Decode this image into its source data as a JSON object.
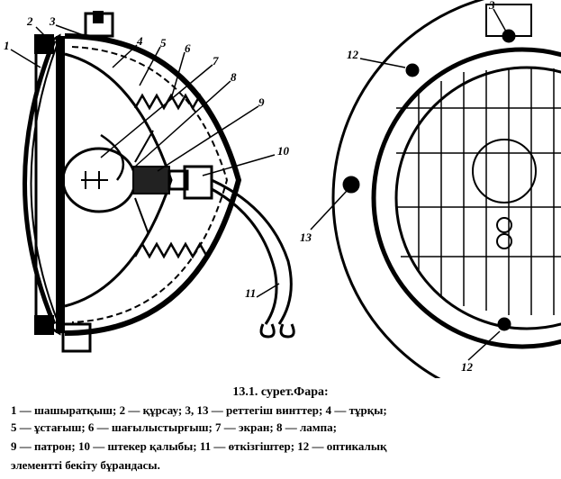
{
  "diagram": {
    "callouts": {
      "c1": "1",
      "c2": "2",
      "c3": "3",
      "c4": "4",
      "c5": "5",
      "c6": "6",
      "c7": "7",
      "c8": "8",
      "c9": "9",
      "c10": "10",
      "c11": "11",
      "r3": "3",
      "r12a": "12",
      "r12b": "12",
      "r13": "13"
    }
  },
  "caption": {
    "title": "13.1. сурет.Фара:",
    "lines": [
      "1 — шашыратқыш;  2 — құрсау; 3, 13 — реттегіш винттер; 4 — тұрқы;",
      "5 — ұстағыш;        6 — шағылыстырғыш;  7 — экран;  8 — лампа;",
      "9 — патрон; 10 — штекер қалыбы; 11 — өткізгіштер; 12 — оптикалық",
      "элементті бекіту бұрандасы."
    ]
  }
}
